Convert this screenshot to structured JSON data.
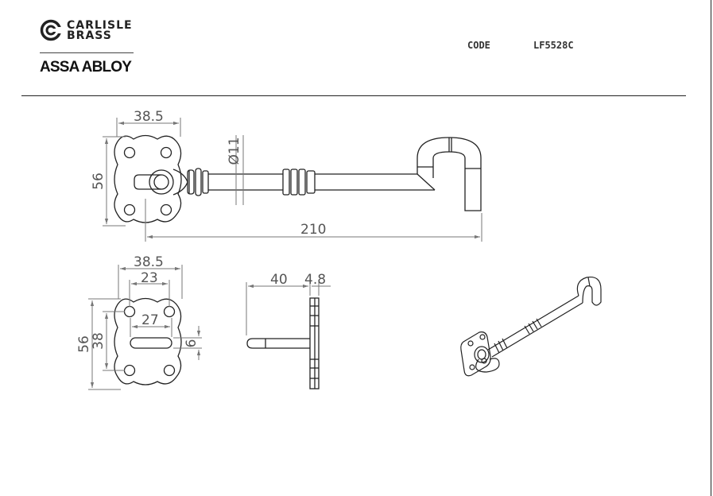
{
  "brand": {
    "name_line1": "CARLISLE",
    "name_line2": "BRASS",
    "parent": "ASSA ABLOY",
    "logo_icon": "carlisle-c-mark-icon"
  },
  "product": {
    "code_label": "CODE",
    "code_value": "LF5528C"
  },
  "dimensions": {
    "front_plate_width": "38.5",
    "front_plate_height": "56",
    "rod_diameter": "Ø11",
    "overall_length": "210",
    "plate_width": "38.5",
    "hole_spacing": "23",
    "slot_length": "27",
    "plate_height": "56",
    "hole_vertical_spacing": "38",
    "slot_width": "6",
    "projection": "40",
    "plate_thickness": "4.8"
  },
  "colors": {
    "line": "#222222",
    "dimension": "#777777"
  }
}
